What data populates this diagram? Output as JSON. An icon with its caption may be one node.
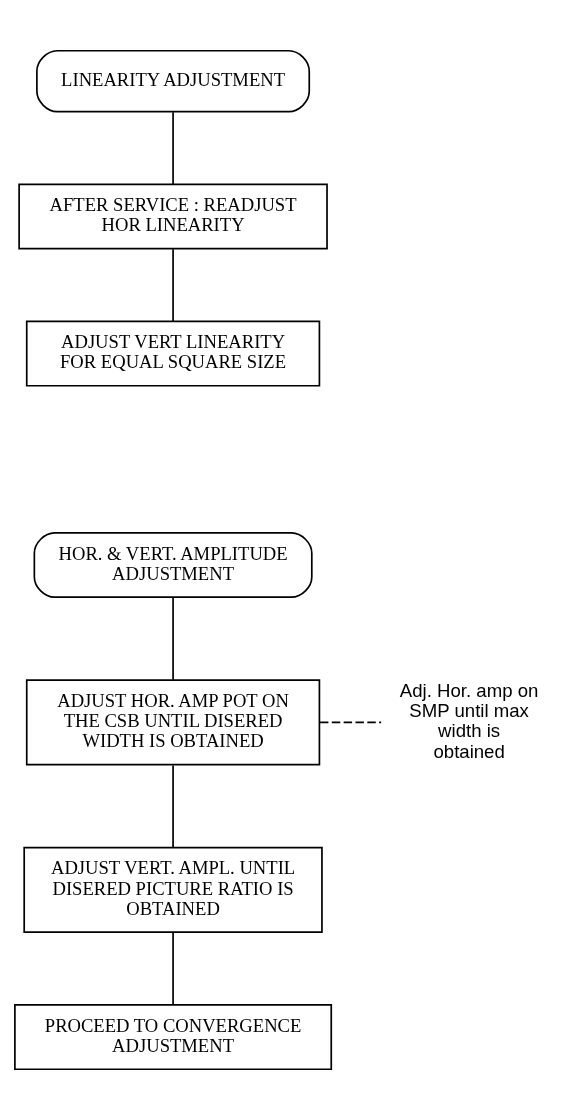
{
  "diagram": {
    "nodes": [
      {
        "text": [
          "LINEARITY ADJUSTMENT"
        ]
      },
      {
        "text": [
          "AFTER SERVICE : READJUST HOR LINEARITY"
        ]
      },
      {
        "text": [
          "ADJUST VERT LINEARITY FOR EQUAL SQUARE SIZE"
        ]
      },
      {
        "text": [
          "HOR. & VERT. AMPLITUDE ADJUSTMENT"
        ]
      },
      {
        "text": [
          "ADJUST HOR. AMP POT ON THE CSB UNTIL DISERED WIDTH IS OBTAINED"
        ]
      },
      {
        "text": [
          "ADJUST VERT. AMPL. UNTIL DISERED PICTURE RATIO IS OBTAINED"
        ]
      },
      {
        "text": [
          "PROCEED TO CONVERGENCE ADJUSTMENT"
        ]
      },
      {
        "text": [
          "Adj. Hor. amp on SMP until max width is obtained"
        ]
      }
    ],
    "edges": [
      {
        "from": 0,
        "to": 1,
        "arrow": "none"
      },
      {
        "from": 1,
        "to": 2,
        "arrow": "none"
      },
      {
        "from": 3,
        "to": 4,
        "arrow": "none"
      },
      {
        "from": 4,
        "to": 5,
        "arrow": "none"
      },
      {
        "from": 5,
        "to": 6,
        "arrow": "none"
      },
      {
        "from": 4,
        "to": 7,
        "arrow": "none",
        "style": "dashed"
      }
    ]
  }
}
